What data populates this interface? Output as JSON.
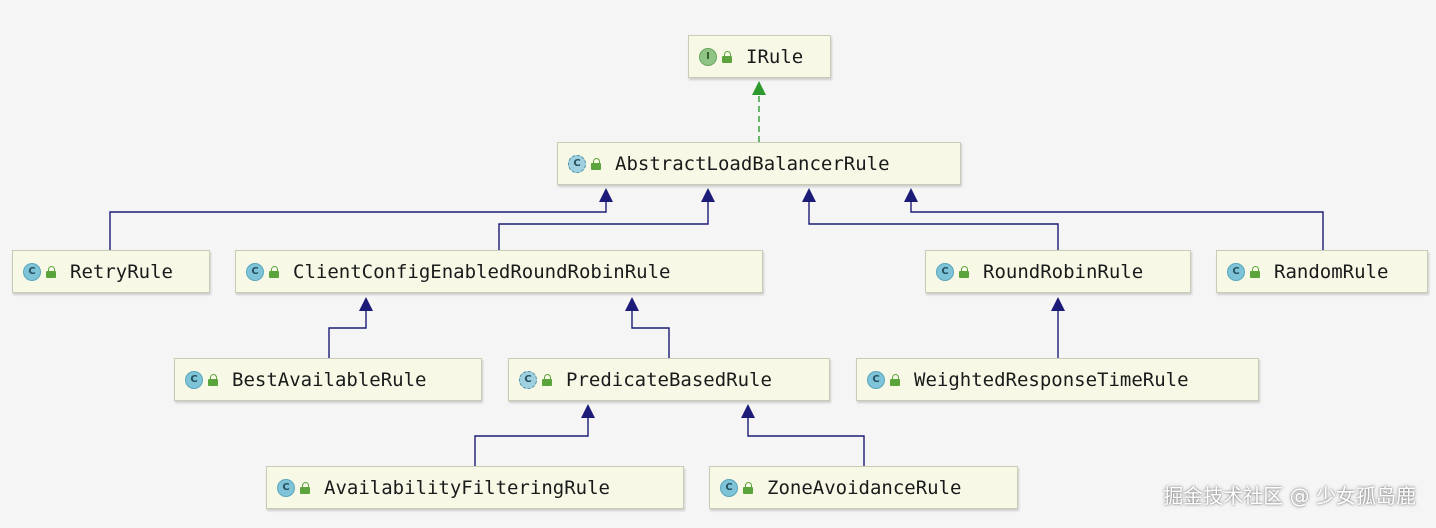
{
  "nodes": {
    "irule": {
      "label": "IRule",
      "kind": "I",
      "kind_icon": "interface-icon"
    },
    "abstract_load_balancer_rule": {
      "label": "AbstractLoadBalancerRule",
      "kind": "C",
      "kind_icon": "abstract-class-icon"
    },
    "retry_rule": {
      "label": "RetryRule",
      "kind": "C",
      "kind_icon": "class-icon"
    },
    "client_config_enabled_round_robin_rule": {
      "label": "ClientConfigEnabledRoundRobinRule",
      "kind": "C",
      "kind_icon": "class-icon"
    },
    "round_robin_rule": {
      "label": "RoundRobinRule",
      "kind": "C",
      "kind_icon": "class-icon"
    },
    "random_rule": {
      "label": "RandomRule",
      "kind": "C",
      "kind_icon": "class-icon"
    },
    "best_available_rule": {
      "label": "BestAvailableRule",
      "kind": "C",
      "kind_icon": "class-icon"
    },
    "predicate_based_rule": {
      "label": "PredicateBasedRule",
      "kind": "C",
      "kind_icon": "abstract-class-icon"
    },
    "weighted_response_time_rule": {
      "label": "WeightedResponseTimeRule",
      "kind": "C",
      "kind_icon": "class-icon"
    },
    "availability_filtering_rule": {
      "label": "AvailabilityFilteringRule",
      "kind": "C",
      "kind_icon": "class-icon"
    },
    "zone_avoidance_rule": {
      "label": "ZoneAvoidanceRule",
      "kind": "C",
      "kind_icon": "class-icon"
    }
  },
  "edges": [
    {
      "from": "abstract_load_balancer_rule",
      "to": "irule",
      "type": "implements"
    },
    {
      "from": "retry_rule",
      "to": "abstract_load_balancer_rule",
      "type": "extends"
    },
    {
      "from": "client_config_enabled_round_robin_rule",
      "to": "abstract_load_balancer_rule",
      "type": "extends"
    },
    {
      "from": "round_robin_rule",
      "to": "abstract_load_balancer_rule",
      "type": "extends"
    },
    {
      "from": "random_rule",
      "to": "abstract_load_balancer_rule",
      "type": "extends"
    },
    {
      "from": "best_available_rule",
      "to": "client_config_enabled_round_robin_rule",
      "type": "extends"
    },
    {
      "from": "predicate_based_rule",
      "to": "client_config_enabled_round_robin_rule",
      "type": "extends"
    },
    {
      "from": "weighted_response_time_rule",
      "to": "round_robin_rule",
      "type": "extends"
    },
    {
      "from": "availability_filtering_rule",
      "to": "predicate_based_rule",
      "type": "extends"
    },
    {
      "from": "zone_avoidance_rule",
      "to": "predicate_based_rule",
      "type": "extends"
    }
  ],
  "colors": {
    "node_fill": "#f7f8e6",
    "extends_line": "#1c1c78",
    "implements_line": "#2e9a2e",
    "class_icon": "#7fc3d8",
    "interface_icon": "#8fc485",
    "lock_icon": "#5aa43b"
  },
  "lock_icon": "lock-icon",
  "watermark": "掘金技术社区 @ 少女孤岛鹿"
}
